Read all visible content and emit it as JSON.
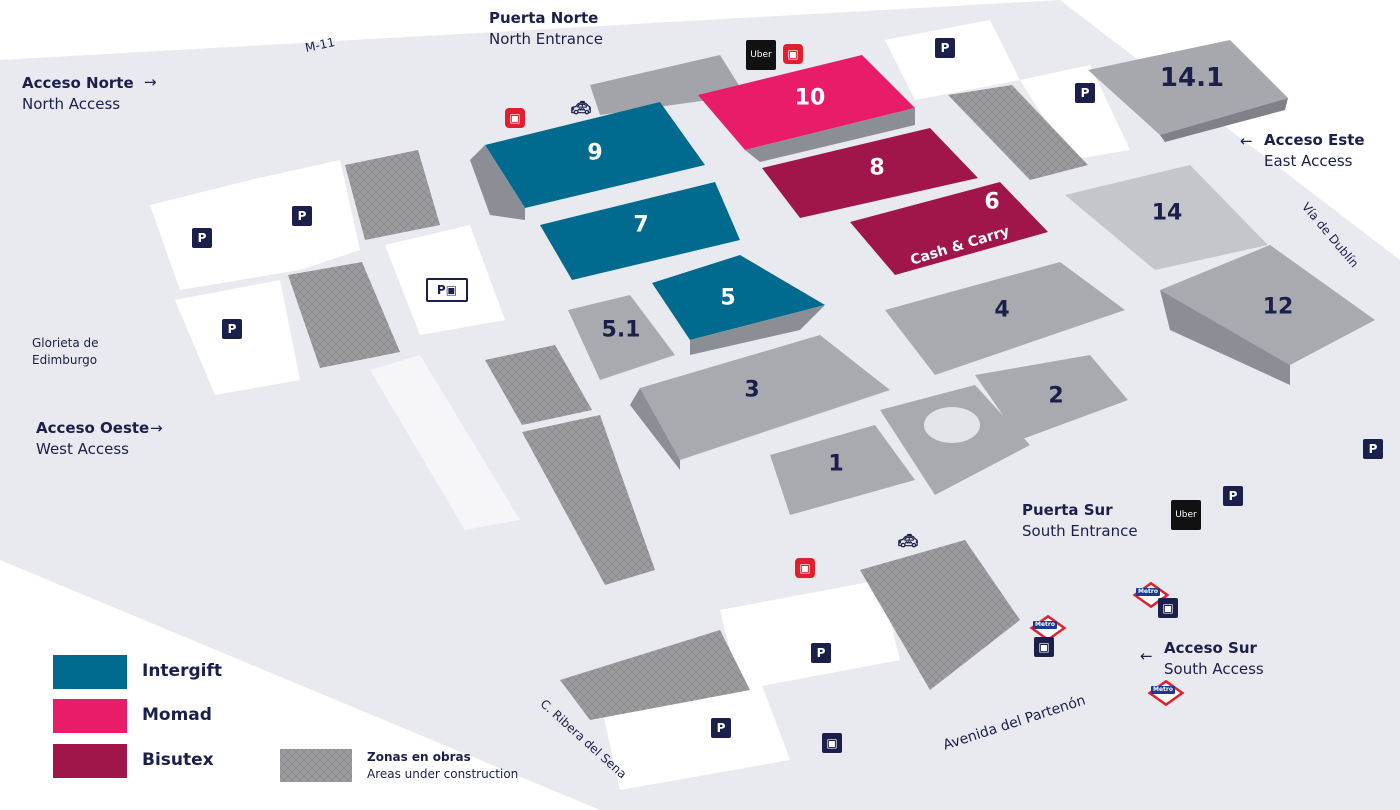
{
  "access_labels": {
    "north_access": {
      "es": "Acceso Norte",
      "en": "North Access"
    },
    "north_entrance": {
      "es": "Puerta Norte",
      "en": "North Entrance"
    },
    "east_access": {
      "es": "Acceso Este",
      "en": "East Access"
    },
    "west_access": {
      "es": "Acceso Oeste",
      "en": "West Access"
    },
    "south_entrance": {
      "es": "Puerta Sur",
      "en": "South Entrance"
    },
    "south_access": {
      "es": "Acceso Sur",
      "en": "South Access"
    }
  },
  "roads": {
    "m11": "M-11",
    "glorieta": "Glorieta de Edimburgo",
    "via_dublin": "Vía de Dublín",
    "avenida": "Avenida del Partenón",
    "ribera": "C. Ribera del Sena"
  },
  "halls": {
    "h10": "10",
    "h9": "9",
    "h8": "8",
    "h7": "7",
    "h6": "6",
    "h6_sub": "Cash & Carry",
    "h5": "5",
    "h5_1": "5.1",
    "h4": "4",
    "h3": "3",
    "h2": "2",
    "h1": "1",
    "h14_1": "14.1",
    "h14": "14",
    "h12": "12"
  },
  "icons": {
    "parking": "P",
    "uber": "Uber",
    "metro": "Metro",
    "bus": "bus-icon",
    "taxi": "taxi-icon"
  },
  "legend": {
    "intergift": "Intergift",
    "momad": "Momad",
    "bisutex": "Bisutex",
    "construction_es": "Zonas en obras",
    "construction_en": "Areas under construction"
  },
  "colors": {
    "intergift": "#006b8f",
    "momad": "#e81c68",
    "bisutex": "#a0164a",
    "hall_gray": "#b4b5bb",
    "ground": "#e9eaef"
  }
}
